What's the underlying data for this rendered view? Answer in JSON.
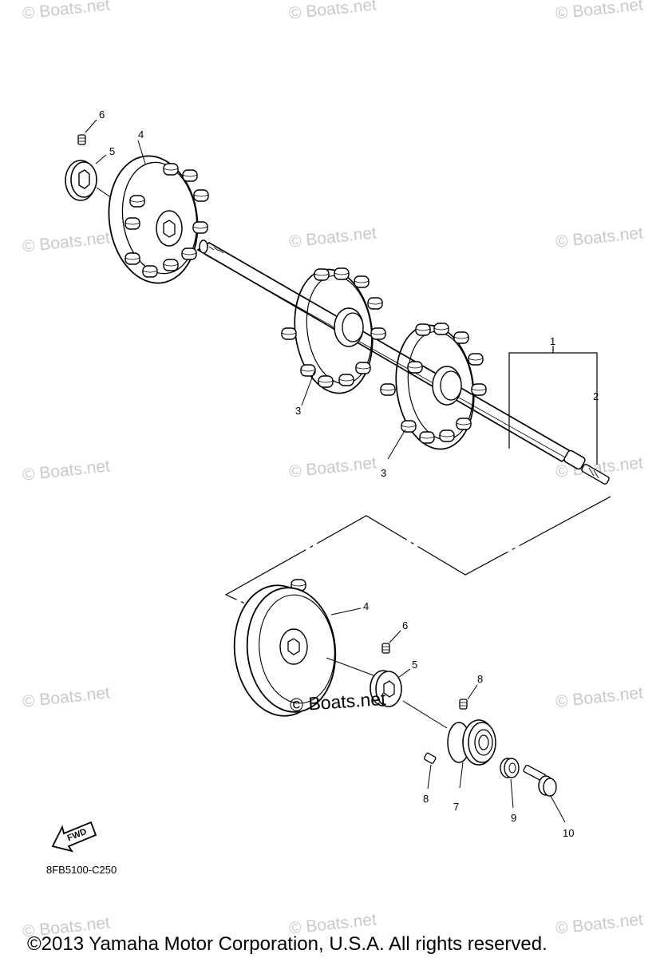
{
  "watermark_text": "© Boats.net",
  "center_watermark": "© Boats.net",
  "part_code": "8FB5100-C250",
  "fwd_label": "FWD",
  "copyright": "©2013 Yamaha Motor Corporation, U.S.A. All rights reserved.",
  "callouts": {
    "c1": "1",
    "c2": "2",
    "c3a": "3",
    "c3b": "3",
    "c4a": "4",
    "c4b": "4",
    "c5a": "5",
    "c5b": "5",
    "c6a": "6",
    "c6b": "6",
    "c7": "7",
    "c8a": "8",
    "c8b": "8",
    "c9": "9",
    "c10": "10"
  }
}
